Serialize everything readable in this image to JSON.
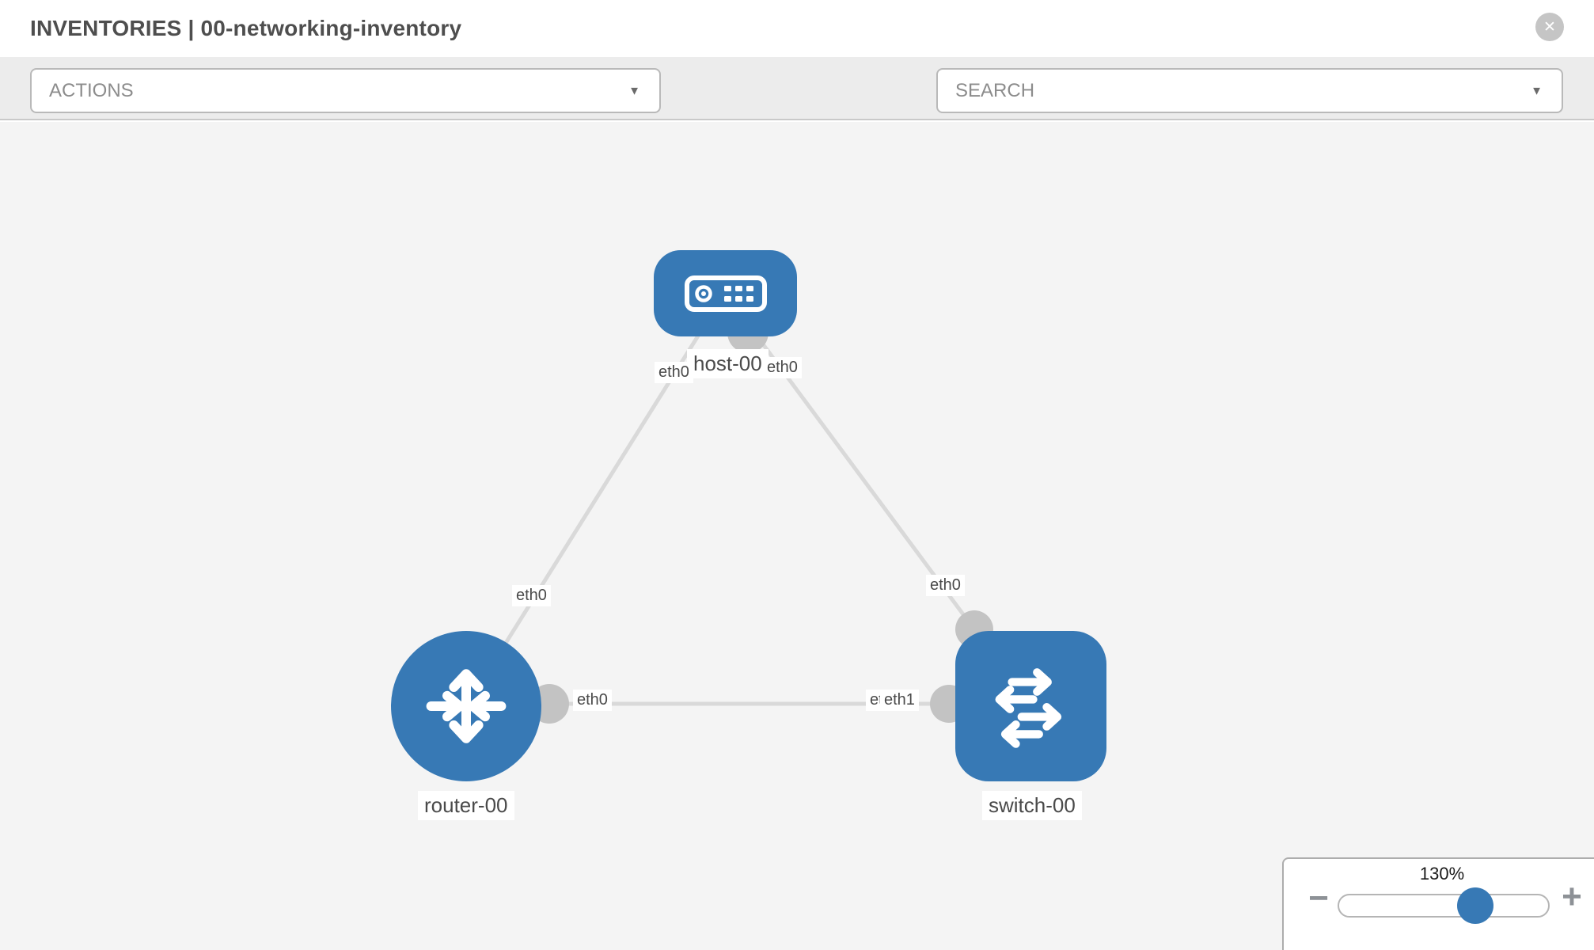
{
  "header": {
    "title": "INVENTORIES | 00-networking-inventory",
    "close_glyph": "✕"
  },
  "toolbar": {
    "actions_label": "ACTIONS",
    "search_label": "SEARCH",
    "caret_glyph": "▼"
  },
  "colors": {
    "node_blue": "#3779b5",
    "link_gray": "#d9d9d9",
    "port_gray": "#c3c3c3",
    "toolbar_bg": "#ececec",
    "canvas_bg": "#f4f4f4"
  },
  "graph": {
    "nodes": [
      {
        "id": "host-00",
        "type": "host",
        "label": "host-00"
      },
      {
        "id": "router-00",
        "type": "router",
        "label": "router-00"
      },
      {
        "id": "switch-00",
        "type": "switch",
        "label": "switch-00"
      }
    ],
    "links": [
      {
        "source": "host-00",
        "target": "router-00",
        "source_iface": "eth0",
        "target_iface": "eth0"
      },
      {
        "source": "host-00",
        "target": "switch-00",
        "source_iface": "eth0",
        "target_iface": "eth0"
      },
      {
        "source": "router-00",
        "target": "switch-00",
        "source_iface": "eth0",
        "target_iface": "eth1"
      }
    ],
    "labels": {
      "host": "host-00",
      "router": "router-00",
      "switch": "switch-00",
      "host_left": "eth0",
      "host_right": "eth0",
      "router_link": "eth0",
      "router_port": "eth0",
      "switch_link": "eth0",
      "switch_port_back": "eth0",
      "switch_port_front": "eth1"
    }
  },
  "zoom": {
    "level": "130%",
    "slider_percent": 65,
    "minus_glyph": "−",
    "plus_glyph": "+"
  }
}
